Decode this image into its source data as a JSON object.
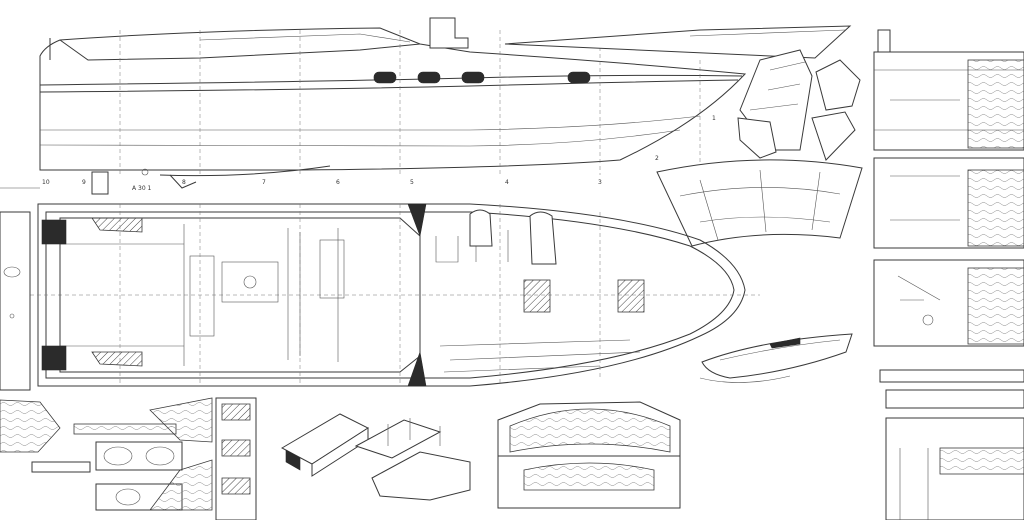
{
  "drawing": {
    "station_numbers": [
      "10",
      "9",
      "8",
      "7",
      "6",
      "5",
      "4",
      "3",
      "2",
      "1"
    ],
    "profile_label": "A 30 1"
  },
  "colors": {
    "paper": "#ffffff",
    "ink": "#3a3a3a",
    "dark_fill": "#2b2b2b"
  }
}
